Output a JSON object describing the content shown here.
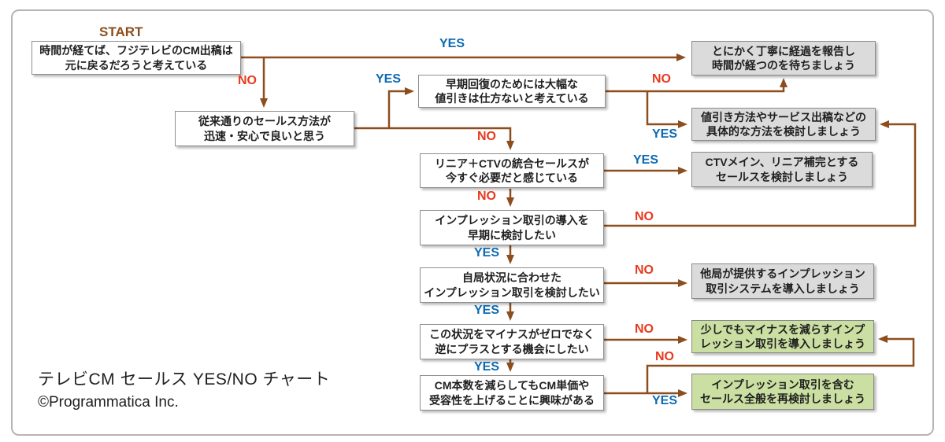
{
  "title_block": {
    "title": "テレビCM セールス  YES/NO チャート",
    "copyright": "©Programmatica Inc."
  },
  "labels": {
    "start": "START",
    "yes": "YES",
    "no": "NO"
  },
  "colors": {
    "line": "#8c4e1e",
    "start": "#8c4e1e",
    "yes": "#0c6ab2",
    "no": "#e8391d",
    "text": "#1f1f1f",
    "question_fill": "#ffffff",
    "question_border": "#8f8f8f",
    "result_gray_fill": "#dbdbdb",
    "result_green_fill": "#cbdfa2",
    "result_border": "#8a8a8a",
    "frame_border": "#b5b5b5"
  },
  "questions": [
    {
      "line1": "時間が経てば、フジテレビのCM出稿は",
      "line2": "元に戻るだろうと考えている"
    },
    {
      "line1": "従来通りのセールス方法が",
      "line2": "迅速・安心で良いと思う"
    },
    {
      "line1": "早期回復のためには大幅な",
      "line2": "値引きは仕方ないと考えている"
    },
    {
      "line1": "リニア＋CTVの統合セールスが",
      "line2": "今すぐ必要だと感じている"
    },
    {
      "line1": "インプレッション取引の導入を",
      "line2": "早期に検討したい"
    },
    {
      "line1": "自局状況に合わせた",
      "line2": "インプレッション取引を検討したい"
    },
    {
      "line1": "この状況をマイナスがゼロでなく",
      "line2": "逆にプラスとする機会にしたい"
    },
    {
      "line1": "CM本数を減らしてもCM単価や",
      "line2": "受容性を上げることに興味がある"
    }
  ],
  "results": [
    {
      "line1": "とにかく丁寧に経過を報告し",
      "line2": "時間が経つのを待ちましょう",
      "variant": "gray"
    },
    {
      "line1": "値引き方法やサービス出稿などの",
      "line2": "具体的な方法を検討しましょう",
      "variant": "gray"
    },
    {
      "line1": "CTVメイン、リニア補完とする",
      "line2": "セールスを検討しましょう",
      "variant": "gray"
    },
    {
      "line1": "他局が提供するインプレッション",
      "line2": "取引システムを導入しましょう",
      "variant": "gray"
    },
    {
      "line1": "少しでもマイナスを減らすインプ",
      "line2": "レッション取引を導入しましょう",
      "variant": "green"
    },
    {
      "line1": "インプレッション取引を含む",
      "line2": "セールス全般を再検討しましょう",
      "variant": "green"
    }
  ]
}
